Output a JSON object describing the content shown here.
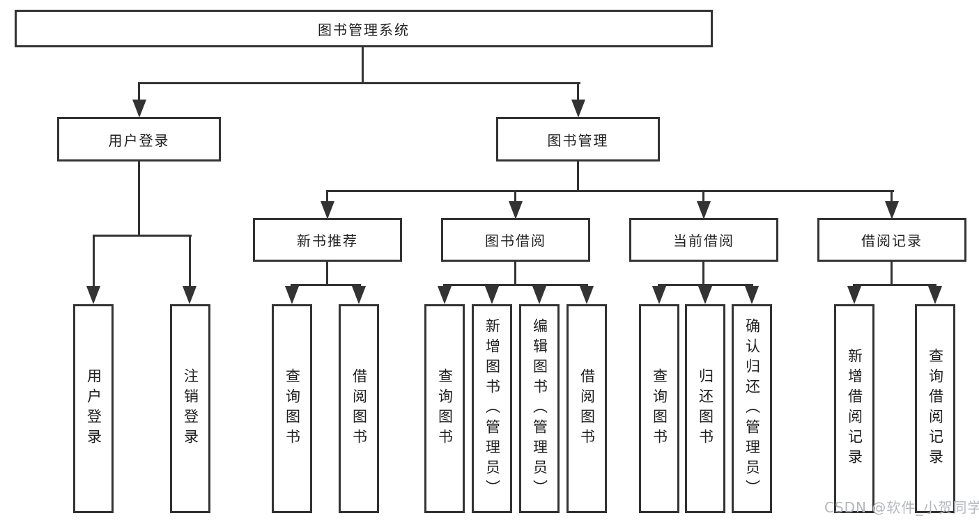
{
  "tree": {
    "root": {
      "label": "图书管理系统"
    },
    "level2": [
      {
        "label": "用户登录"
      },
      {
        "label": "图书管理"
      }
    ],
    "level3": [
      {
        "label": "新书推荐"
      },
      {
        "label": "图书借阅"
      },
      {
        "label": "当前借阅"
      },
      {
        "label": "借阅记录"
      }
    ],
    "leaves": {
      "user": [
        "用户登录",
        "注销登录"
      ],
      "recommend": [
        "查询图书",
        "借阅图书"
      ],
      "borrow": [
        "查询图书",
        "新增图书（管理员）",
        "编辑图书（管理员）",
        "借阅图书"
      ],
      "current": [
        "查询图书",
        "归还图书",
        "确认归还（管理员）"
      ],
      "records": [
        "新增借阅记录",
        "查询借阅记录"
      ]
    }
  },
  "watermark": "CSDN @软件_小贺同学",
  "colors": {
    "line": "#333333",
    "text": "#1f1f1f",
    "background": "#ffffff",
    "watermark": "#b3b7bf"
  }
}
